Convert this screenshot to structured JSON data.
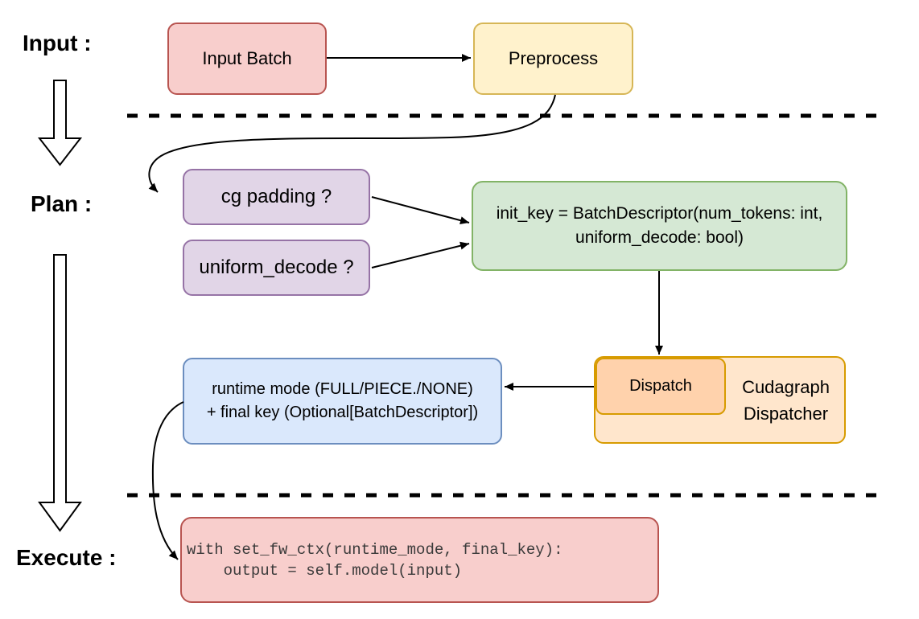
{
  "labels": {
    "input": "Input :",
    "plan": "Plan :",
    "execute": "Execute :"
  },
  "nodes": {
    "input_batch": "Input Batch",
    "preprocess": "Preprocess",
    "cg_padding": "cg padding ?",
    "uniform_decode": "uniform_decode ?",
    "init_key_line1": "init_key = BatchDescriptor(num_tokens: int,",
    "init_key_line2": "uniform_decode: bool)",
    "dispatch": "Dispatch",
    "cudagraph_line1": "Cudagraph",
    "cudagraph_line2": "Dispatcher",
    "runtime_line1": "runtime mode (FULL/PIECE./NONE)",
    "runtime_line2": "+ final key (Optional[BatchDescriptor])",
    "code_line1": "with set_fw_ctx(runtime_mode, final_key):",
    "code_line2": "    output = self.model(input)"
  },
  "colors": {
    "red-fill": "#f8cecc",
    "red-stroke": "#b85450",
    "yellow-fill": "#fff2cc",
    "yellow-stroke": "#d6b656",
    "purple-fill": "#e1d5e7",
    "purple-stroke": "#9673a6",
    "green-fill": "#d5e8d4",
    "green-stroke": "#82b366",
    "blue-fill": "#dae8fc",
    "blue-stroke": "#6c8ebf",
    "orange-fill": "#ffe6cc",
    "orange-inner-fill": "#ffd2ac",
    "orange-stroke": "#d79b00",
    "line": "#000000",
    "code-text": "#3a3a3a"
  }
}
